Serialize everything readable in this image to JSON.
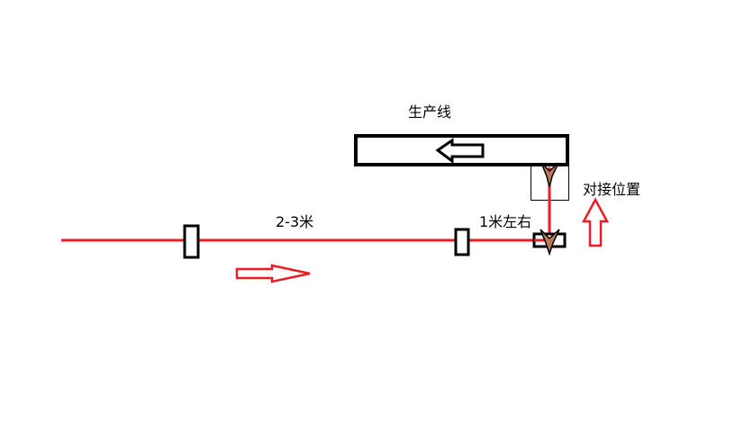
{
  "labels": {
    "production_line": "生产线",
    "distance_long": "2-3米",
    "distance_short": "1米左右",
    "docking_position": "对接位置"
  },
  "colors": {
    "line": "#ed1c24",
    "outline": "#000000",
    "marker": "#b97a57"
  }
}
